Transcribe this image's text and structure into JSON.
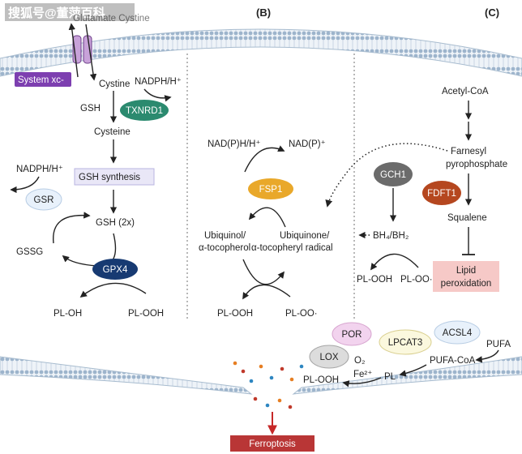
{
  "watermark": "搜狐号@董萍百科",
  "top_fragment": "Glutamate Cystine",
  "panels": {
    "b": "(B)",
    "c": "(C)"
  },
  "colors": {
    "txnrd1": "#2b8a6f",
    "fsp1": "#e9a82a",
    "gcn": "#6b6b6b",
    "fdft1": "#b5471f",
    "gpx4": "#173a72",
    "systemxc": "#7d3fb0",
    "ferroptosis": "#b93636",
    "lipidbox": "#f6c9c7",
    "gshbox": "#e9e7f7",
    "membrane": "#b6c7d8"
  },
  "panel_a": {
    "system_xc": "System xc-",
    "cystine": "Cystine",
    "nadph1": "NADPH/H⁺",
    "gsh": "GSH",
    "txnrd1": "TXNRD1",
    "cysteine": "Cysteine",
    "nadph2": "NADPH/H⁺",
    "gsh_synthesis": "GSH synthesis",
    "gsr": "GSR",
    "gsh2x": "GSH (2x)",
    "gssg": "GSSG",
    "gpx4": "GPX4",
    "pl_oh": "PL-OH",
    "pl_ooh": "PL-OOH"
  },
  "panel_b": {
    "nadph": "NAD(P)H/H⁺",
    "nadp": "NAD(P)⁺",
    "fsp1": "FSP1",
    "ubiquinol1": "Ubiquinol/",
    "ubiquinol2": "α-tocopherol",
    "ubiquinone1": "Ubiquinone/",
    "ubiquinone2": "α-tocopheryl  radical",
    "pl_ooh": "PL-OOH",
    "pl_oo": "PL-OO·"
  },
  "panel_c": {
    "acetyl_coa": "Acetyl-CoA",
    "farnesyl1": "Farnesyl",
    "farnesyl2": "pyrophosphate",
    "gch1": "GCH1",
    "fdft1": "FDFT1",
    "squalene": "Squalene",
    "bh4": "BH₄/BH₂",
    "lipid1": "Lipid",
    "lipid2": "peroxidation",
    "pl_ooh": "PL-OOH",
    "pl_oo": "PL-OO·"
  },
  "bottom": {
    "por": "POR",
    "lpcat3": "LPCAT3",
    "acsl4": "ACSL4",
    "pufa": "PUFA",
    "lox": "LOX",
    "o2": "O₂",
    "pufa_coa": "PUFA-CoA",
    "fe": "Fe²⁺",
    "pl": "PL",
    "pl_ooh": "PL-OOH",
    "ferroptosis": "Ferroptosis"
  }
}
